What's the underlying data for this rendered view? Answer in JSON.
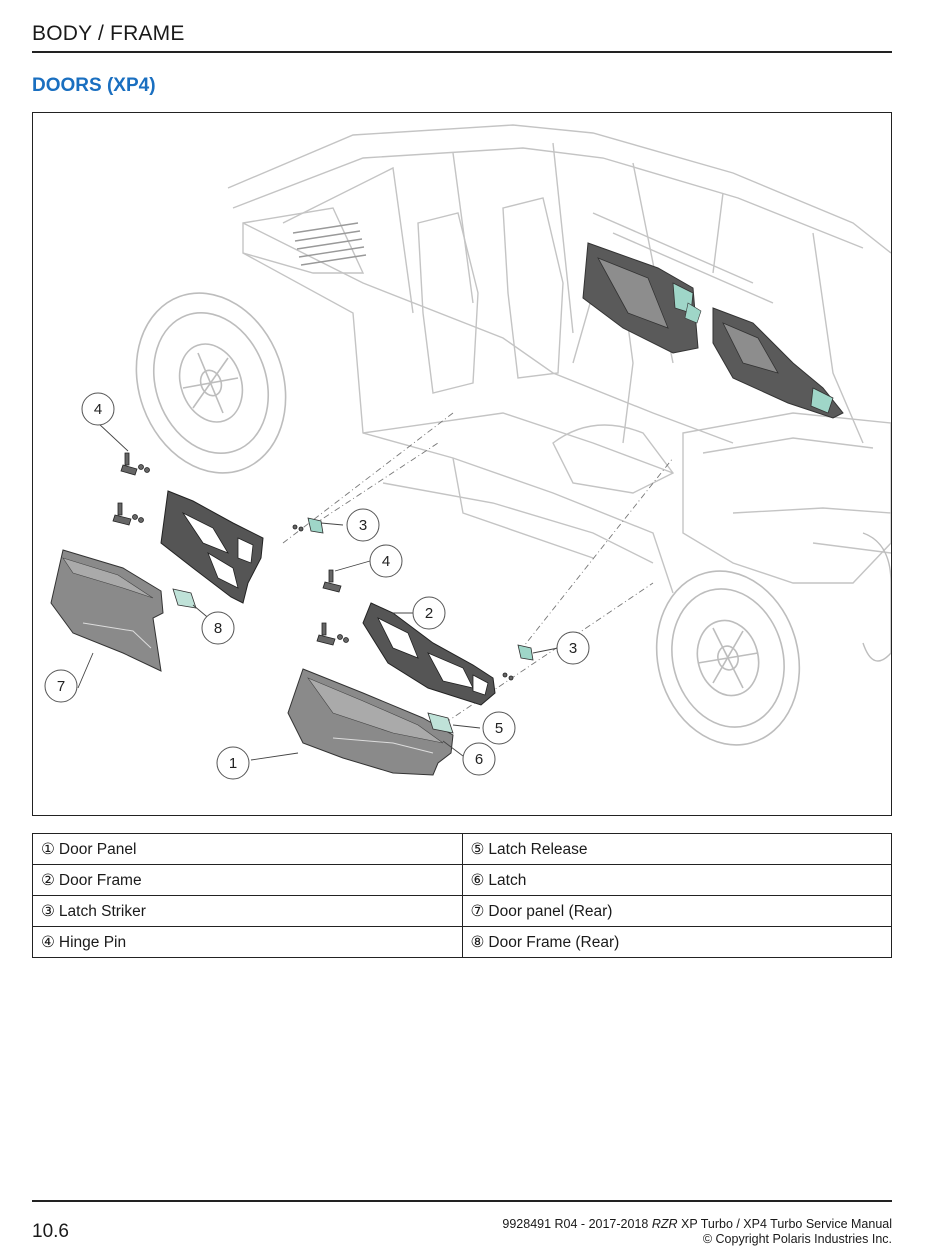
{
  "header": {
    "section": "BODY / FRAME",
    "title": "DOORS (XP4)"
  },
  "figure": {
    "callouts": [
      {
        "id": "c1",
        "label": "1"
      },
      {
        "id": "c2",
        "label": "2"
      },
      {
        "id": "c3a",
        "label": "3"
      },
      {
        "id": "c3b",
        "label": "3"
      },
      {
        "id": "c4a",
        "label": "4"
      },
      {
        "id": "c4b",
        "label": "4"
      },
      {
        "id": "c5",
        "label": "5"
      },
      {
        "id": "c6",
        "label": "6"
      },
      {
        "id": "c7",
        "label": "7"
      },
      {
        "id": "c8",
        "label": "8"
      }
    ]
  },
  "legend": {
    "rows": [
      [
        {
          "num": "①",
          "name": "Door Panel"
        },
        {
          "num": "⑤",
          "name": "Latch Release"
        }
      ],
      [
        {
          "num": "②",
          "name": "Door Frame"
        },
        {
          "num": "⑥",
          "name": "Latch"
        }
      ],
      [
        {
          "num": "③",
          "name": "Latch Striker"
        },
        {
          "num": "⑦",
          "name": "Door panel (Rear)"
        }
      ],
      [
        {
          "num": "④",
          "name": "Hinge Pin"
        },
        {
          "num": "⑧",
          "name": "Door Frame (Rear)"
        }
      ]
    ]
  },
  "footer": {
    "page_number": "10.6",
    "manual_prefix": "9928491 R04 - 2017-2018 ",
    "manual_model": "RZR",
    "manual_suffix": " XP Turbo / XP4 Turbo Service Manual",
    "copyright": "© Copyright Polaris Industries Inc."
  }
}
